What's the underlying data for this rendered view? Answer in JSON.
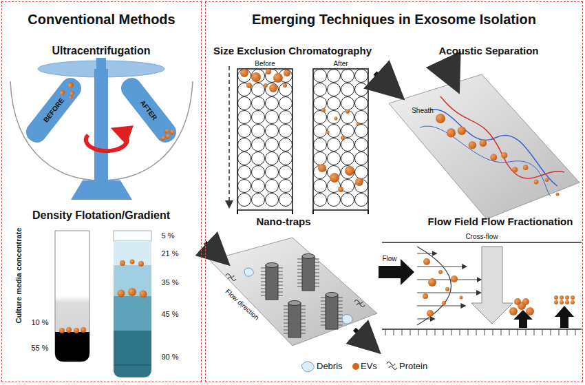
{
  "diagram": {
    "nodes": [
      {
        "text": [
          "Conventional Methods"
        ]
      },
      {
        "text": [
          "Emerging Techniques in Exosome Isolation"
        ]
      }
    ],
    "labels": [
      "Ultracentrifugation",
      "BEFORE",
      "AFTER",
      "Density Flotation/Gradient",
      "Culture media concentrate",
      "10 %",
      "55 %",
      "5 %",
      "21 %",
      "35 %",
      "45 %",
      "90 %",
      "Size Exclusion Chromatography",
      "Before",
      "After",
      "Acoustic Separation",
      "Sheath",
      "Nano-traps",
      "Flow direction",
      "Flow Field Flow Fractionation",
      "Cross-flow",
      "Flow"
    ],
    "legend": [
      {
        "text": "Debris"
      },
      {
        "text": "EVs",
        "color": "#d2691e"
      },
      {
        "text": "Protein"
      }
    ]
  }
}
